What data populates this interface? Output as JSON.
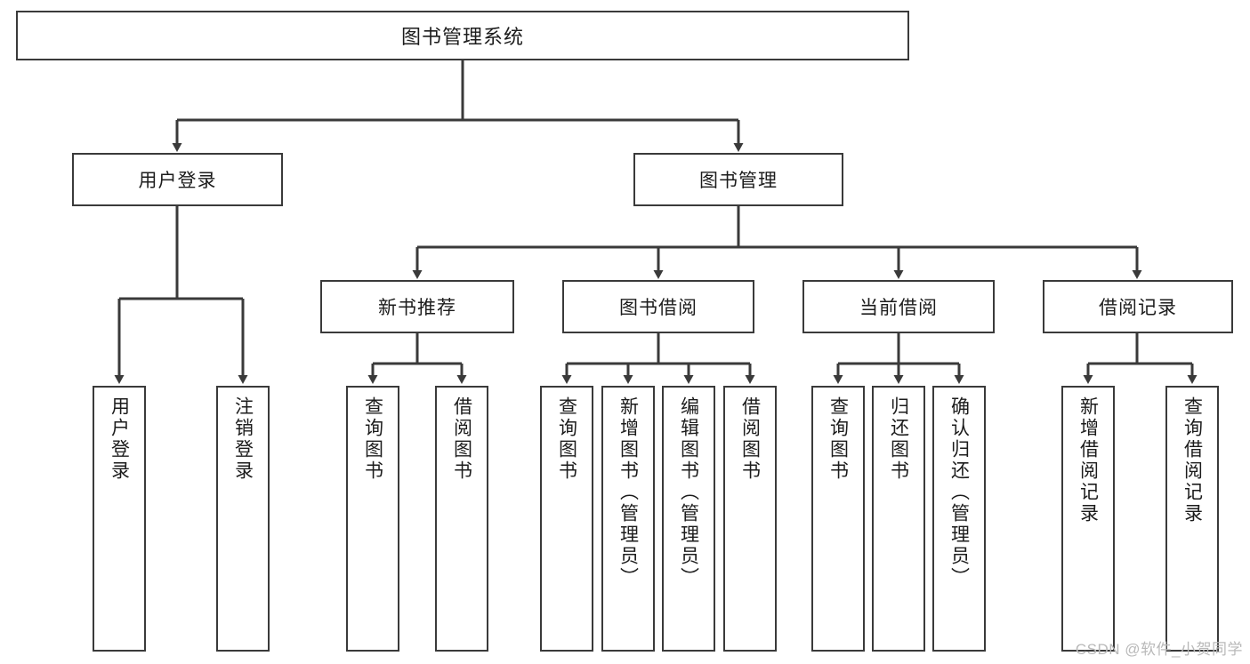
{
  "diagram": {
    "title": "图书管理系统",
    "watermark": "CSDN @软件_小贺同学",
    "root": {
      "label": "图书管理系统"
    },
    "level1": [
      {
        "label": "用户登录"
      },
      {
        "label": "图书管理"
      }
    ],
    "level2": [
      {
        "label": "新书推荐"
      },
      {
        "label": "图书借阅"
      },
      {
        "label": "当前借阅"
      },
      {
        "label": "借阅记录"
      }
    ],
    "leaves": {
      "user_login": [
        {
          "label": "用户登录"
        },
        {
          "label": "注销登录"
        }
      ],
      "new_book": [
        {
          "label": "查询图书"
        },
        {
          "label": "借阅图书"
        }
      ],
      "book_borrow": [
        {
          "label": "查询图书"
        },
        {
          "label": "新增图书（管理员）"
        },
        {
          "label": "编辑图书（管理员）"
        },
        {
          "label": "借阅图书"
        }
      ],
      "current_borrow": [
        {
          "label": "查询图书"
        },
        {
          "label": "归还图书"
        },
        {
          "label": "确认归还（管理员）"
        }
      ],
      "borrow_record": [
        {
          "label": "新增借阅记录"
        },
        {
          "label": "查询借阅记录"
        }
      ]
    }
  },
  "colors": {
    "stroke": "#3a3a3a",
    "text": "#1c1c1c",
    "background": "#ffffff",
    "watermark": "#b9b9b9"
  }
}
